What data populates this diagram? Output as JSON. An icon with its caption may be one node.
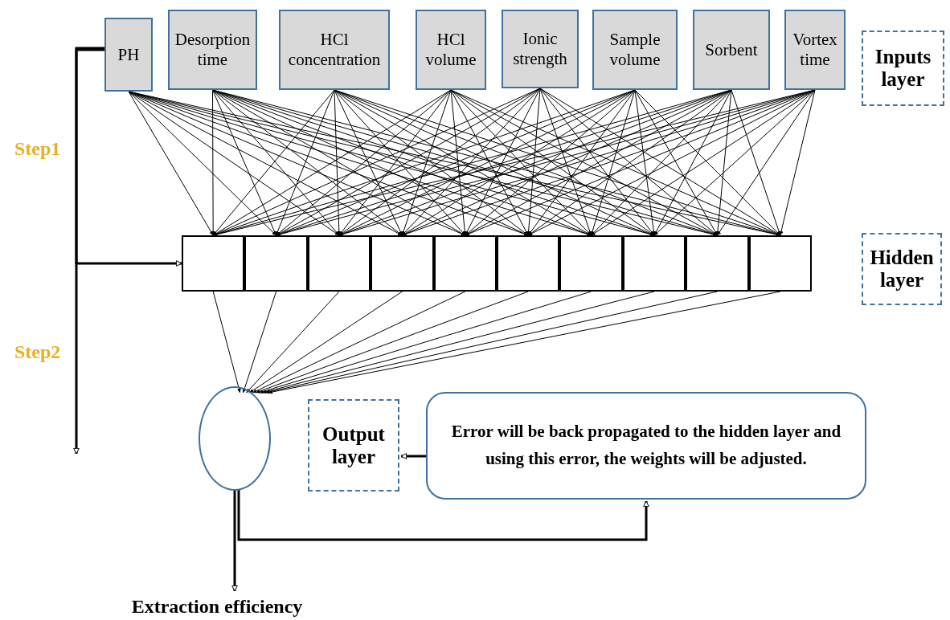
{
  "diagram": {
    "nodes": [
      {
        "text": [
          "PH"
        ]
      },
      {
        "text": [
          "Desorption time"
        ]
      },
      {
        "text": [
          "HCl concentration"
        ]
      },
      {
        "text": [
          "HCl volume"
        ]
      },
      {
        "text": [
          "Ionic strength"
        ]
      },
      {
        "text": [
          "Sample volume"
        ]
      },
      {
        "text": [
          "Sorbent"
        ]
      },
      {
        "text": [
          "Vortex time"
        ]
      },
      {
        "text": [
          "Inputs layer"
        ]
      },
      {
        "text": [],
        "shape": "box"
      },
      {
        "text": [],
        "shape": "box"
      },
      {
        "text": [],
        "shape": "box"
      },
      {
        "text": [],
        "shape": "box"
      },
      {
        "text": [],
        "shape": "box"
      },
      {
        "text": [],
        "shape": "box"
      },
      {
        "text": [],
        "shape": "box"
      },
      {
        "text": [],
        "shape": "box"
      },
      {
        "text": [],
        "shape": "box"
      },
      {
        "text": [],
        "shape": "box"
      },
      {
        "text": [
          "Hidden layer"
        ]
      },
      {
        "text": [],
        "shape": "circle"
      },
      {
        "text": [
          "Output layer"
        ]
      },
      {
        "text": [
          "Error will be back propagated to the hidden layer and using this error, the weights will be adjusted."
        ]
      },
      {
        "text": [
          "Extraction efficiency"
        ]
      }
    ],
    "edges": [
      {
        "from": 0,
        "to": 9,
        "arrow": "to"
      },
      {
        "from": 0,
        "to": 10,
        "arrow": "to"
      },
      {
        "from": 0,
        "to": 11,
        "arrow": "to"
      },
      {
        "from": 0,
        "to": 12,
        "arrow": "to"
      },
      {
        "from": 0,
        "to": 13,
        "arrow": "to"
      },
      {
        "from": 0,
        "to": 14,
        "arrow": "to"
      },
      {
        "from": 0,
        "to": 15,
        "arrow": "to"
      },
      {
        "from": 0,
        "to": 16,
        "arrow": "to"
      },
      {
        "from": 0,
        "to": 17,
        "arrow": "to"
      },
      {
        "from": 0,
        "to": 18,
        "arrow": "to"
      },
      {
        "from": 1,
        "to": 9,
        "arrow": "to"
      },
      {
        "from": 1,
        "to": 10,
        "arrow": "to"
      },
      {
        "from": 1,
        "to": 11,
        "arrow": "to"
      },
      {
        "from": 1,
        "to": 12,
        "arrow": "to"
      },
      {
        "from": 1,
        "to": 13,
        "arrow": "to"
      },
      {
        "from": 1,
        "to": 14,
        "arrow": "to"
      },
      {
        "from": 1,
        "to": 15,
        "arrow": "to"
      },
      {
        "from": 1,
        "to": 16,
        "arrow": "to"
      },
      {
        "from": 1,
        "to": 17,
        "arrow": "to"
      },
      {
        "from": 1,
        "to": 18,
        "arrow": "to"
      },
      {
        "from": 2,
        "to": 9,
        "arrow": "to"
      },
      {
        "from": 2,
        "to": 10,
        "arrow": "to"
      },
      {
        "from": 2,
        "to": 11,
        "arrow": "to"
      },
      {
        "from": 2,
        "to": 12,
        "arrow": "to"
      },
      {
        "from": 2,
        "to": 13,
        "arrow": "to"
      },
      {
        "from": 2,
        "to": 14,
        "arrow": "to"
      },
      {
        "from": 2,
        "to": 15,
        "arrow": "to"
      },
      {
        "from": 2,
        "to": 16,
        "arrow": "to"
      },
      {
        "from": 2,
        "to": 17,
        "arrow": "to"
      },
      {
        "from": 2,
        "to": 18,
        "arrow": "to"
      },
      {
        "from": 3,
        "to": 9,
        "arrow": "to"
      },
      {
        "from": 3,
        "to": 10,
        "arrow": "to"
      },
      {
        "from": 3,
        "to": 11,
        "arrow": "to"
      },
      {
        "from": 3,
        "to": 12,
        "arrow": "to"
      },
      {
        "from": 3,
        "to": 13,
        "arrow": "to"
      },
      {
        "from": 3,
        "to": 14,
        "arrow": "to"
      },
      {
        "from": 3,
        "to": 15,
        "arrow": "to"
      },
      {
        "from": 3,
        "to": 16,
        "arrow": "to"
      },
      {
        "from": 3,
        "to": 17,
        "arrow": "to"
      },
      {
        "from": 3,
        "to": 18,
        "arrow": "to"
      },
      {
        "from": 4,
        "to": 9,
        "arrow": "to"
      },
      {
        "from": 4,
        "to": 10,
        "arrow": "to"
      },
      {
        "from": 4,
        "to": 11,
        "arrow": "to"
      },
      {
        "from": 4,
        "to": 12,
        "arrow": "to"
      },
      {
        "from": 4,
        "to": 13,
        "arrow": "to"
      },
      {
        "from": 4,
        "to": 14,
        "arrow": "to"
      },
      {
        "from": 4,
        "to": 15,
        "arrow": "to"
      },
      {
        "from": 4,
        "to": 16,
        "arrow": "to"
      },
      {
        "from": 4,
        "to": 17,
        "arrow": "to"
      },
      {
        "from": 4,
        "to": 18,
        "arrow": "to"
      },
      {
        "from": 5,
        "to": 9,
        "arrow": "to"
      },
      {
        "from": 5,
        "to": 10,
        "arrow": "to"
      },
      {
        "from": 5,
        "to": 11,
        "arrow": "to"
      },
      {
        "from": 5,
        "to": 12,
        "arrow": "to"
      },
      {
        "from": 5,
        "to": 13,
        "arrow": "to"
      },
      {
        "from": 5,
        "to": 14,
        "arrow": "to"
      },
      {
        "from": 5,
        "to": 15,
        "arrow": "to"
      },
      {
        "from": 5,
        "to": 16,
        "arrow": "to"
      },
      {
        "from": 5,
        "to": 17,
        "arrow": "to"
      },
      {
        "from": 5,
        "to": 18,
        "arrow": "to"
      },
      {
        "from": 6,
        "to": 9,
        "arrow": "to"
      },
      {
        "from": 6,
        "to": 10,
        "arrow": "to"
      },
      {
        "from": 6,
        "to": 11,
        "arrow": "to"
      },
      {
        "from": 6,
        "to": 12,
        "arrow": "to"
      },
      {
        "from": 6,
        "to": 13,
        "arrow": "to"
      },
      {
        "from": 6,
        "to": 14,
        "arrow": "to"
      },
      {
        "from": 6,
        "to": 15,
        "arrow": "to"
      },
      {
        "from": 6,
        "to": 16,
        "arrow": "to"
      },
      {
        "from": 6,
        "to": 17,
        "arrow": "to"
      },
      {
        "from": 6,
        "to": 18,
        "arrow": "to"
      },
      {
        "from": 7,
        "to": 9,
        "arrow": "to"
      },
      {
        "from": 7,
        "to": 10,
        "arrow": "to"
      },
      {
        "from": 7,
        "to": 11,
        "arrow": "to"
      },
      {
        "from": 7,
        "to": 12,
        "arrow": "to"
      },
      {
        "from": 7,
        "to": 13,
        "arrow": "to"
      },
      {
        "from": 7,
        "to": 14,
        "arrow": "to"
      },
      {
        "from": 7,
        "to": 15,
        "arrow": "to"
      },
      {
        "from": 7,
        "to": 16,
        "arrow": "to"
      },
      {
        "from": 7,
        "to": 17,
        "arrow": "to"
      },
      {
        "from": 7,
        "to": 18,
        "arrow": "to"
      },
      {
        "from": 9,
        "to": 20,
        "arrow": "to"
      },
      {
        "from": 10,
        "to": 20,
        "arrow": "to"
      },
      {
        "from": 11,
        "to": 20,
        "arrow": "to"
      },
      {
        "from": 12,
        "to": 20,
        "arrow": "to"
      },
      {
        "from": 13,
        "to": 20,
        "arrow": "to"
      },
      {
        "from": 14,
        "to": 20,
        "arrow": "to"
      },
      {
        "from": 15,
        "to": 20,
        "arrow": "to"
      },
      {
        "from": 16,
        "to": 20,
        "arrow": "to"
      },
      {
        "from": 17,
        "to": 20,
        "arrow": "to"
      },
      {
        "from": 18,
        "to": 20,
        "arrow": "to"
      },
      {
        "from": 0,
        "to": 9,
        "arrow": "to",
        "style": "thick"
      },
      {
        "from": 0,
        "to": null,
        "arrow": "to",
        "style": "thick"
      },
      {
        "from": 20,
        "to": 23,
        "arrow": "to",
        "style": "thick"
      },
      {
        "from": 20,
        "to": 22,
        "arrow": "to",
        "style": "thick"
      },
      {
        "from": 22,
        "to": 21,
        "arrow": "to",
        "style": "thick"
      }
    ],
    "labels": [
      "Step1",
      "Step2"
    ]
  }
}
